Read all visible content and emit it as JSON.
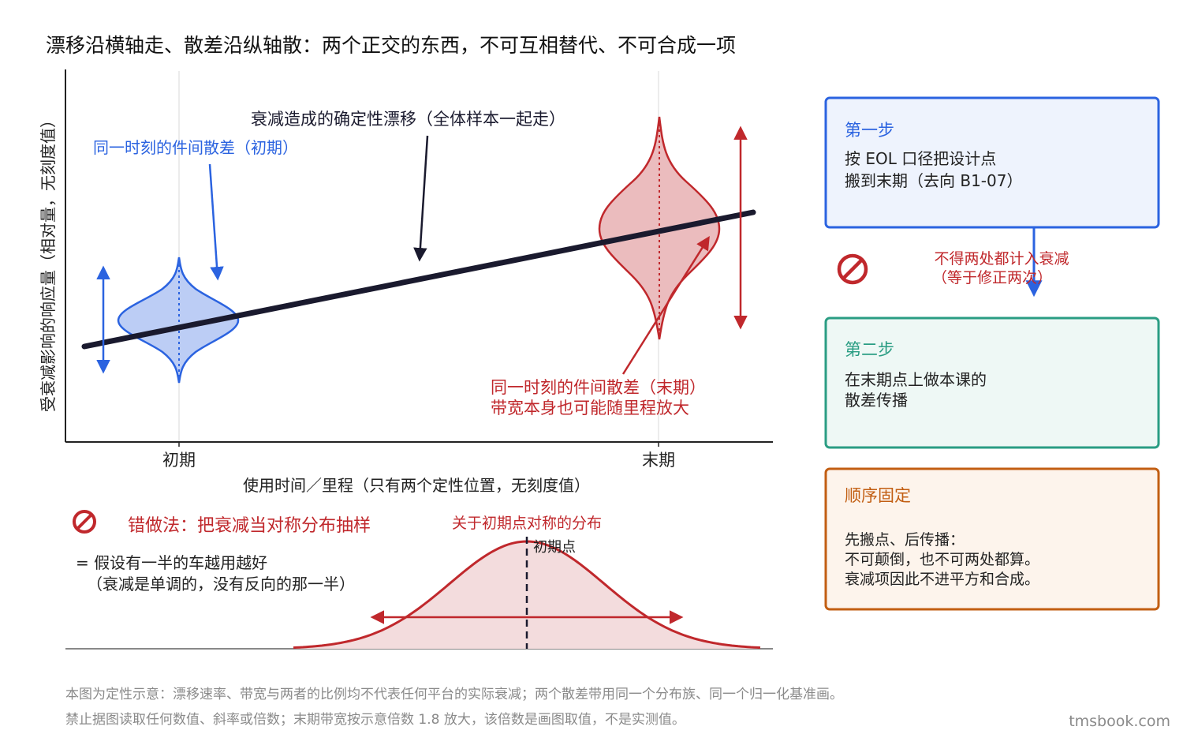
{
  "title": "漂移沿横轴走、散差沿纵轴散：两个正交的东西，不可互相替代、不可合成一项",
  "axes": {
    "y_label": "受衰减影响的响应量（相对量，无刻度值）",
    "x_label": "使用时间／里程（只有两个定性位置，无刻度值）",
    "x_ticks": [
      "初期",
      "末期"
    ]
  },
  "annotations": {
    "drift": "衰减造成的确定性漂移（全体样本一起走）",
    "early_spread": "同一时刻的件间散差（初期）",
    "late_spread_1": "同一时刻的件间散差（末期）",
    "late_spread_2": "带宽本身也可能随里程放大"
  },
  "wrong": {
    "title": "错做法：把衰减当对称分布抽样",
    "line1": "= 假设有一半的车越用越好",
    "line2": "（衰减是单调的，没有反向的那一半）",
    "dist_label": "关于初期点对称的分布",
    "center_label": "初期点"
  },
  "steps": [
    {
      "title": "第一步",
      "lines": [
        "按 EOL 口径把设计点",
        "搬到末期（去向 B1-07）"
      ]
    },
    {
      "title": "第二步",
      "lines": [
        "在末期点上做本课的",
        "散差传播"
      ]
    },
    {
      "title": "顺序固定",
      "lines": [
        "先搬点、后传播：",
        "不可颠倒，也不可两处都算。",
        "衰减项因此不进平方和合成。"
      ]
    }
  ],
  "warning": {
    "line1": "不得两处都计入衰减",
    "line2": "（等于修正两次）"
  },
  "footnote": {
    "line1": "本图为定性示意：漂移速率、带宽与两者的比例均不代表任何平台的实际衰减；两个散差带用同一个分布族、同一个归一化基准画。",
    "line2": "禁止据图读取任何数值、斜率或倍数；末期带宽按示意倍数 1.8 放大，该倍数是画图取值，不是实测值。"
  },
  "watermark": "tmsbook.com",
  "colors": {
    "blue": "#2b63e0",
    "blue_fill": "#bccdf5",
    "red": "#c0282c",
    "red_fill": "#ebbcbe",
    "navy": "#1a1a2e",
    "teal": "#2a9d83",
    "orange": "#c25e12"
  }
}
